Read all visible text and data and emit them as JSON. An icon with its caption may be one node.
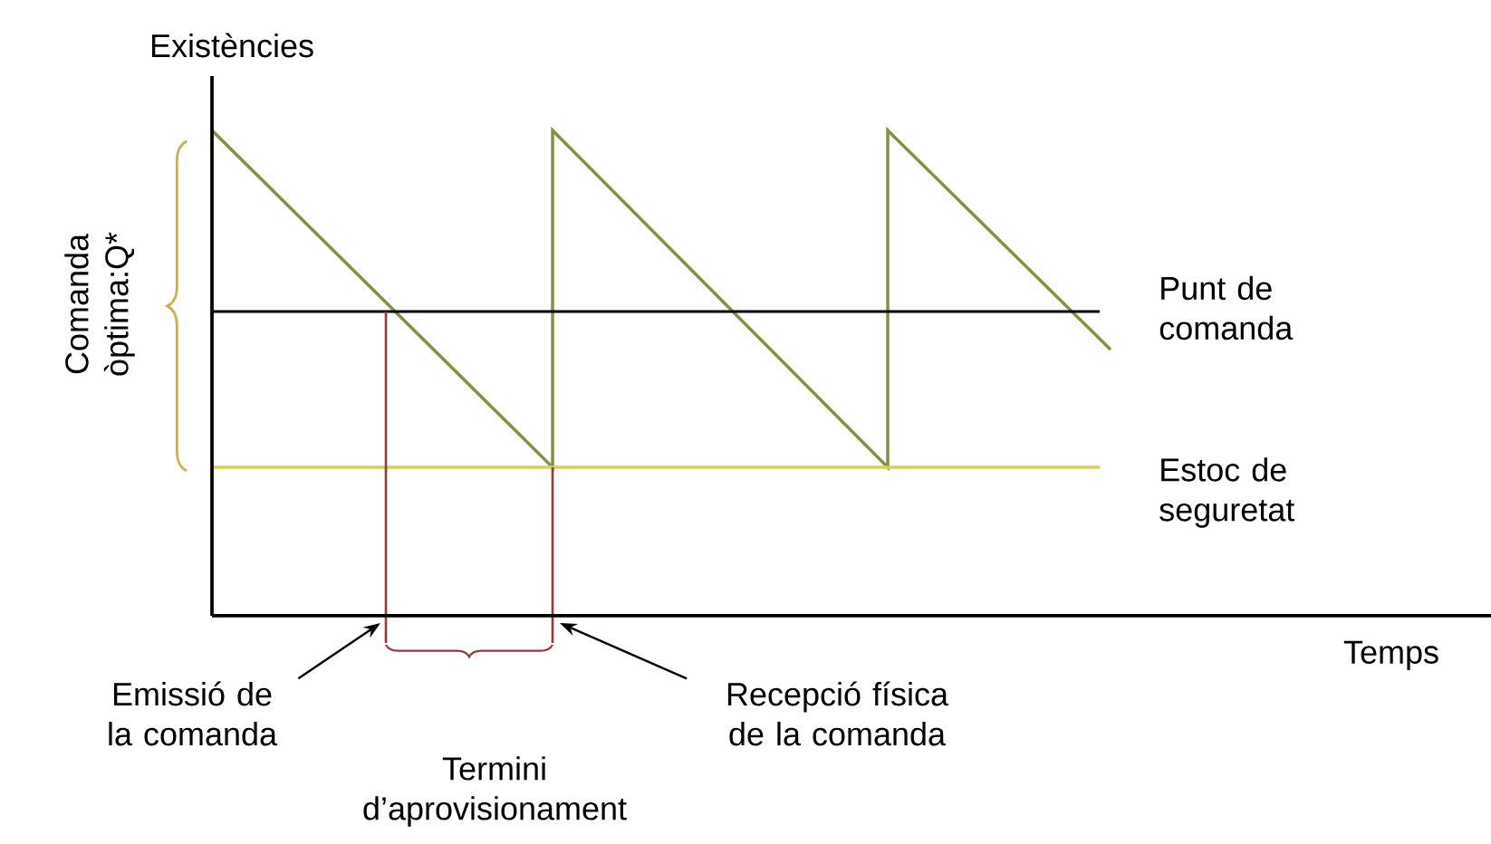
{
  "diagram": {
    "nodes": [
      {
        "text": [
          "Emissió de la comanda"
        ]
      },
      {
        "text": [
          "Recepció física de la comanda"
        ]
      }
    ],
    "edges": [
      {
        "from": 0,
        "to": null,
        "arrow": "to"
      },
      {
        "from": 1,
        "to": null,
        "arrow": "to"
      }
    ],
    "labels": [
      "Existències",
      "Comanda òptima:Q*",
      "Punt de comanda",
      "Estoc de seguretat",
      "Temps",
      "Termini d’aprovisionament"
    ]
  }
}
